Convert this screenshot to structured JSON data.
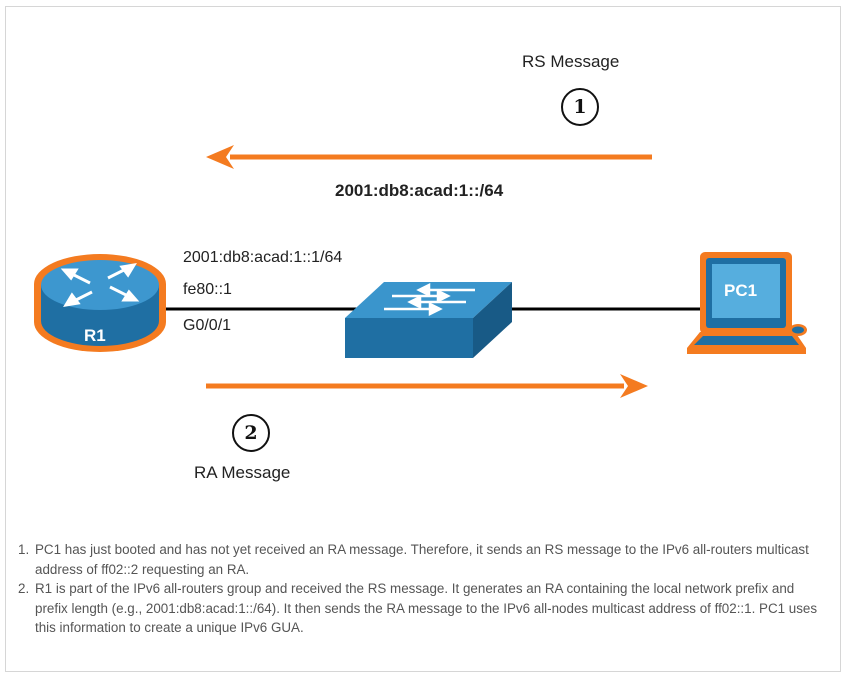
{
  "diagram": {
    "rs_message_label": "RS Message",
    "ra_message_label": "RA Message",
    "step_1": "1",
    "step_2": "2",
    "network_prefix": "2001:db8:acad:1::/64",
    "router": {
      "name": "R1",
      "gua": "2001:db8:acad:1::1/64",
      "link_local": "fe80::1",
      "interface": "G0/0/1"
    },
    "pc": {
      "name": "PC1"
    },
    "colors": {
      "arrow": "#f47b20",
      "device_blue": "#2a7bb4",
      "device_outline": "#f47b20",
      "link": "#000000"
    }
  },
  "notes": [
    {
      "number": "1.",
      "text": "PC1 has just booted and has not yet received an RA message. Therefore, it sends an RS message to the IPv6 all-routers multicast address of ff02::2 requesting an RA."
    },
    {
      "number": "2.",
      "text": "R1 is part of the IPv6 all-routers group and received the RS message. It generates an RA containing the local network prefix and prefix length (e.g., 2001:db8:acad:1::/64). It then sends the RA message to the IPv6 all-nodes multicast address of ff02::1. PC1 uses this information to create a unique IPv6 GUA."
    }
  ]
}
